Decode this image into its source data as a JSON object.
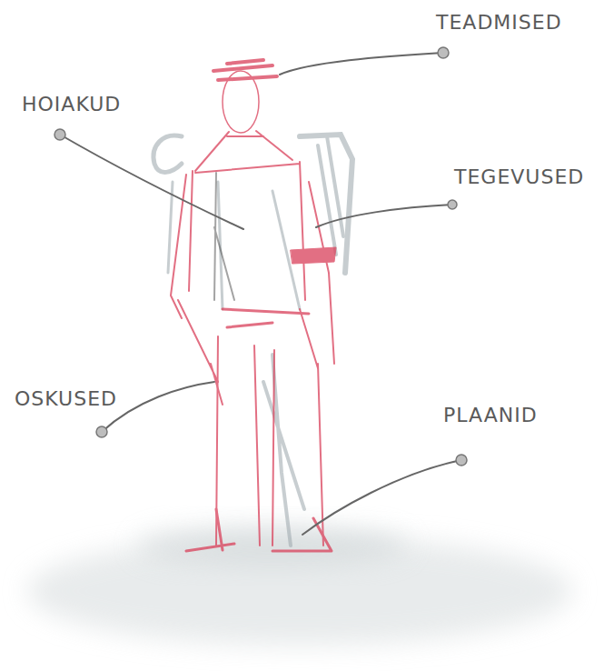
{
  "diagram": {
    "labels": [
      "TEADMISED",
      "HOIAKUD",
      "TEGEVUSED",
      "OSKUSED",
      "PLAANID"
    ]
  }
}
